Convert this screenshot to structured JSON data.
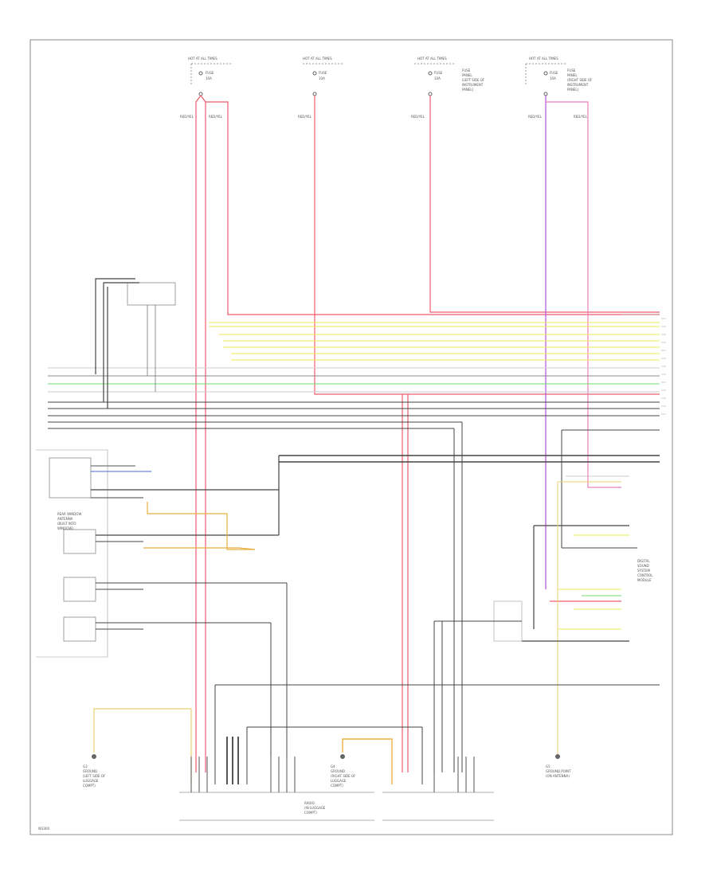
{
  "colors": {
    "red": "#f05a6e",
    "pink": "#ee7fbf",
    "violet": "#b052d8",
    "yellow": "#eeee55",
    "yellow_orange": "#e8b040",
    "green": "#6cdc6c",
    "blue": "#4a6ae0",
    "black": "#333333",
    "gray": "#777777",
    "frame": "#888888"
  },
  "labels": {
    "fuse_boxes": [
      "HOT AT ALL TIMES",
      "HOT AT ALL TIMES",
      "HOT AT ALL TIMES",
      "HOT AT ALL TIMES"
    ],
    "fuse_top": [
      "FUSE",
      "FUSE",
      "FUSE",
      "FUSE"
    ],
    "fuse_amp": [
      "10A",
      "10A",
      "10A",
      "10A"
    ],
    "fuse3_desc": [
      "FUSE",
      "PANEL",
      "(LEFT SIDE OF",
      "INSTRUMENT",
      "PANEL)"
    ],
    "fuse4_desc": [
      "FUSE",
      "PANEL",
      "(RIGHT SIDE OF",
      "INSTRUMENT",
      "PANEL)"
    ],
    "wire_codes": [
      "RED/YEL",
      "RED/YEL",
      "RED/YEL",
      "RED/YEL",
      "RED/YEL",
      "RED/YEL"
    ],
    "ground_left": [
      "G3",
      "GROUND",
      "(LEFT SIDE OF",
      "LUGGAGE",
      "COMPT)"
    ],
    "ground_mid": [
      "G4",
      "GROUND",
      "(RIGHT SIDE OF",
      "LUGGAGE",
      "COMPT)"
    ],
    "ground_right": [
      "G5",
      "GROUND POINT",
      "(ON ANTENNA)"
    ],
    "antenna": [
      "REAR WINDOW",
      "ANTENNA",
      "(BUILT INTO",
      "WINDOW)"
    ],
    "radio": [
      "RADIO",
      "(IN LUGGAGE",
      "COMPT)"
    ],
    "control": [
      "DIGITAL",
      "SOUND",
      "SYSTEM",
      "CONTROL",
      "MODULE"
    ],
    "page": "W3300"
  }
}
